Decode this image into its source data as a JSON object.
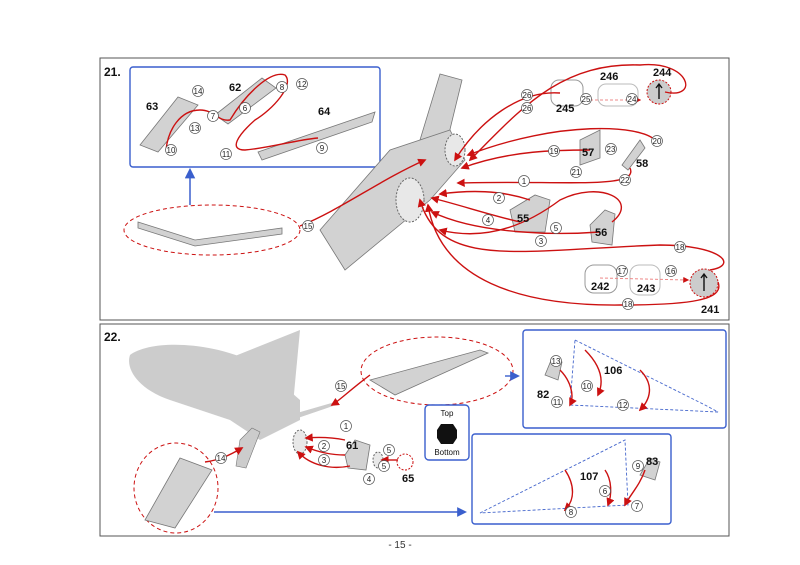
{
  "page_number": "- 15 -",
  "legend": {
    "top": "Top",
    "bottom": "Bottom"
  },
  "colors": {
    "accent_red": "#cc1111",
    "panel_blue": "#3a5fcd",
    "part_grey": "#d2d2d2",
    "frame": "#555555"
  },
  "steps": [
    {
      "title": "21.",
      "part_labels": [
        "63",
        "62",
        "64",
        "246",
        "244",
        "245",
        "57",
        "58",
        "55",
        "56",
        "242",
        "243",
        "241"
      ],
      "circled_numbers": [
        "14",
        "8",
        "12",
        "7",
        "6",
        "13",
        "10",
        "11",
        "9",
        "26",
        "26",
        "25",
        "24",
        "20",
        "19",
        "23",
        "21",
        "22",
        "1",
        "2",
        "4",
        "5",
        "3",
        "15",
        "18",
        "17",
        "16",
        "18"
      ]
    },
    {
      "title": "22.",
      "part_labels": [
        "61",
        "65",
        "106",
        "82",
        "83",
        "107"
      ],
      "circled_numbers": [
        "15",
        "1",
        "2",
        "3",
        "5",
        "5",
        "4",
        "14",
        "13",
        "10",
        "11",
        "12",
        "9",
        "6",
        "7",
        "8"
      ]
    }
  ]
}
